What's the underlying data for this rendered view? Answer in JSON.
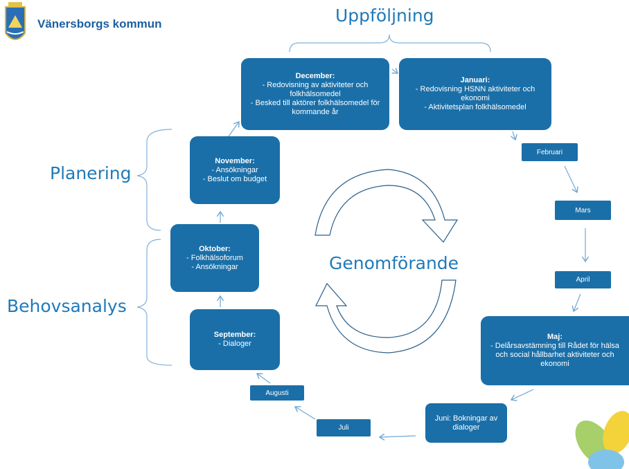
{
  "header": {
    "org_name": "Vänersborgs kommun"
  },
  "phases": {
    "uppfoljning": "Uppföljning",
    "planering": "Planering",
    "behovsanalys": "Behovsanalys",
    "genomforande": "Genomförande"
  },
  "months": {
    "december": {
      "title": "December:",
      "lines": [
        "- Redovisning av aktiviteter och folkhälsomedel",
        "- Besked till aktörer folkhälsomedel för kommande år"
      ]
    },
    "januari": {
      "title": "Januari:",
      "lines": [
        "- Redovisning HSNN aktiviteter och ekonomi",
        "- Aktivitetsplan folkhälsomedel"
      ]
    },
    "februari": {
      "label": "Februari"
    },
    "mars": {
      "label": "Mars"
    },
    "april": {
      "label": "April"
    },
    "maj": {
      "title": "Maj:",
      "lines": [
        "- Delårsavstämning till Rådet för hälsa och social hållbarhet aktiviteter och ekonomi"
      ]
    },
    "juni": {
      "label": "Juni: Bokningar av dialoger"
    },
    "juli": {
      "label": "Juli"
    },
    "augusti": {
      "label": "Augusti"
    },
    "september": {
      "title": "September:",
      "lines": [
        "- Dialoger"
      ]
    },
    "oktober": {
      "title": "Oktober:",
      "lines": [
        "- Folkhälsoforum",
        "- Ansökningar"
      ]
    },
    "november": {
      "title": "November:",
      "lines": [
        "- Ansökningar",
        "- Beslut om budget"
      ]
    }
  },
  "colors": {
    "box": "#1a6fa8",
    "label": "#1f7ab8",
    "arrow": "#6fa8d6",
    "brace": "#7fb0da"
  }
}
